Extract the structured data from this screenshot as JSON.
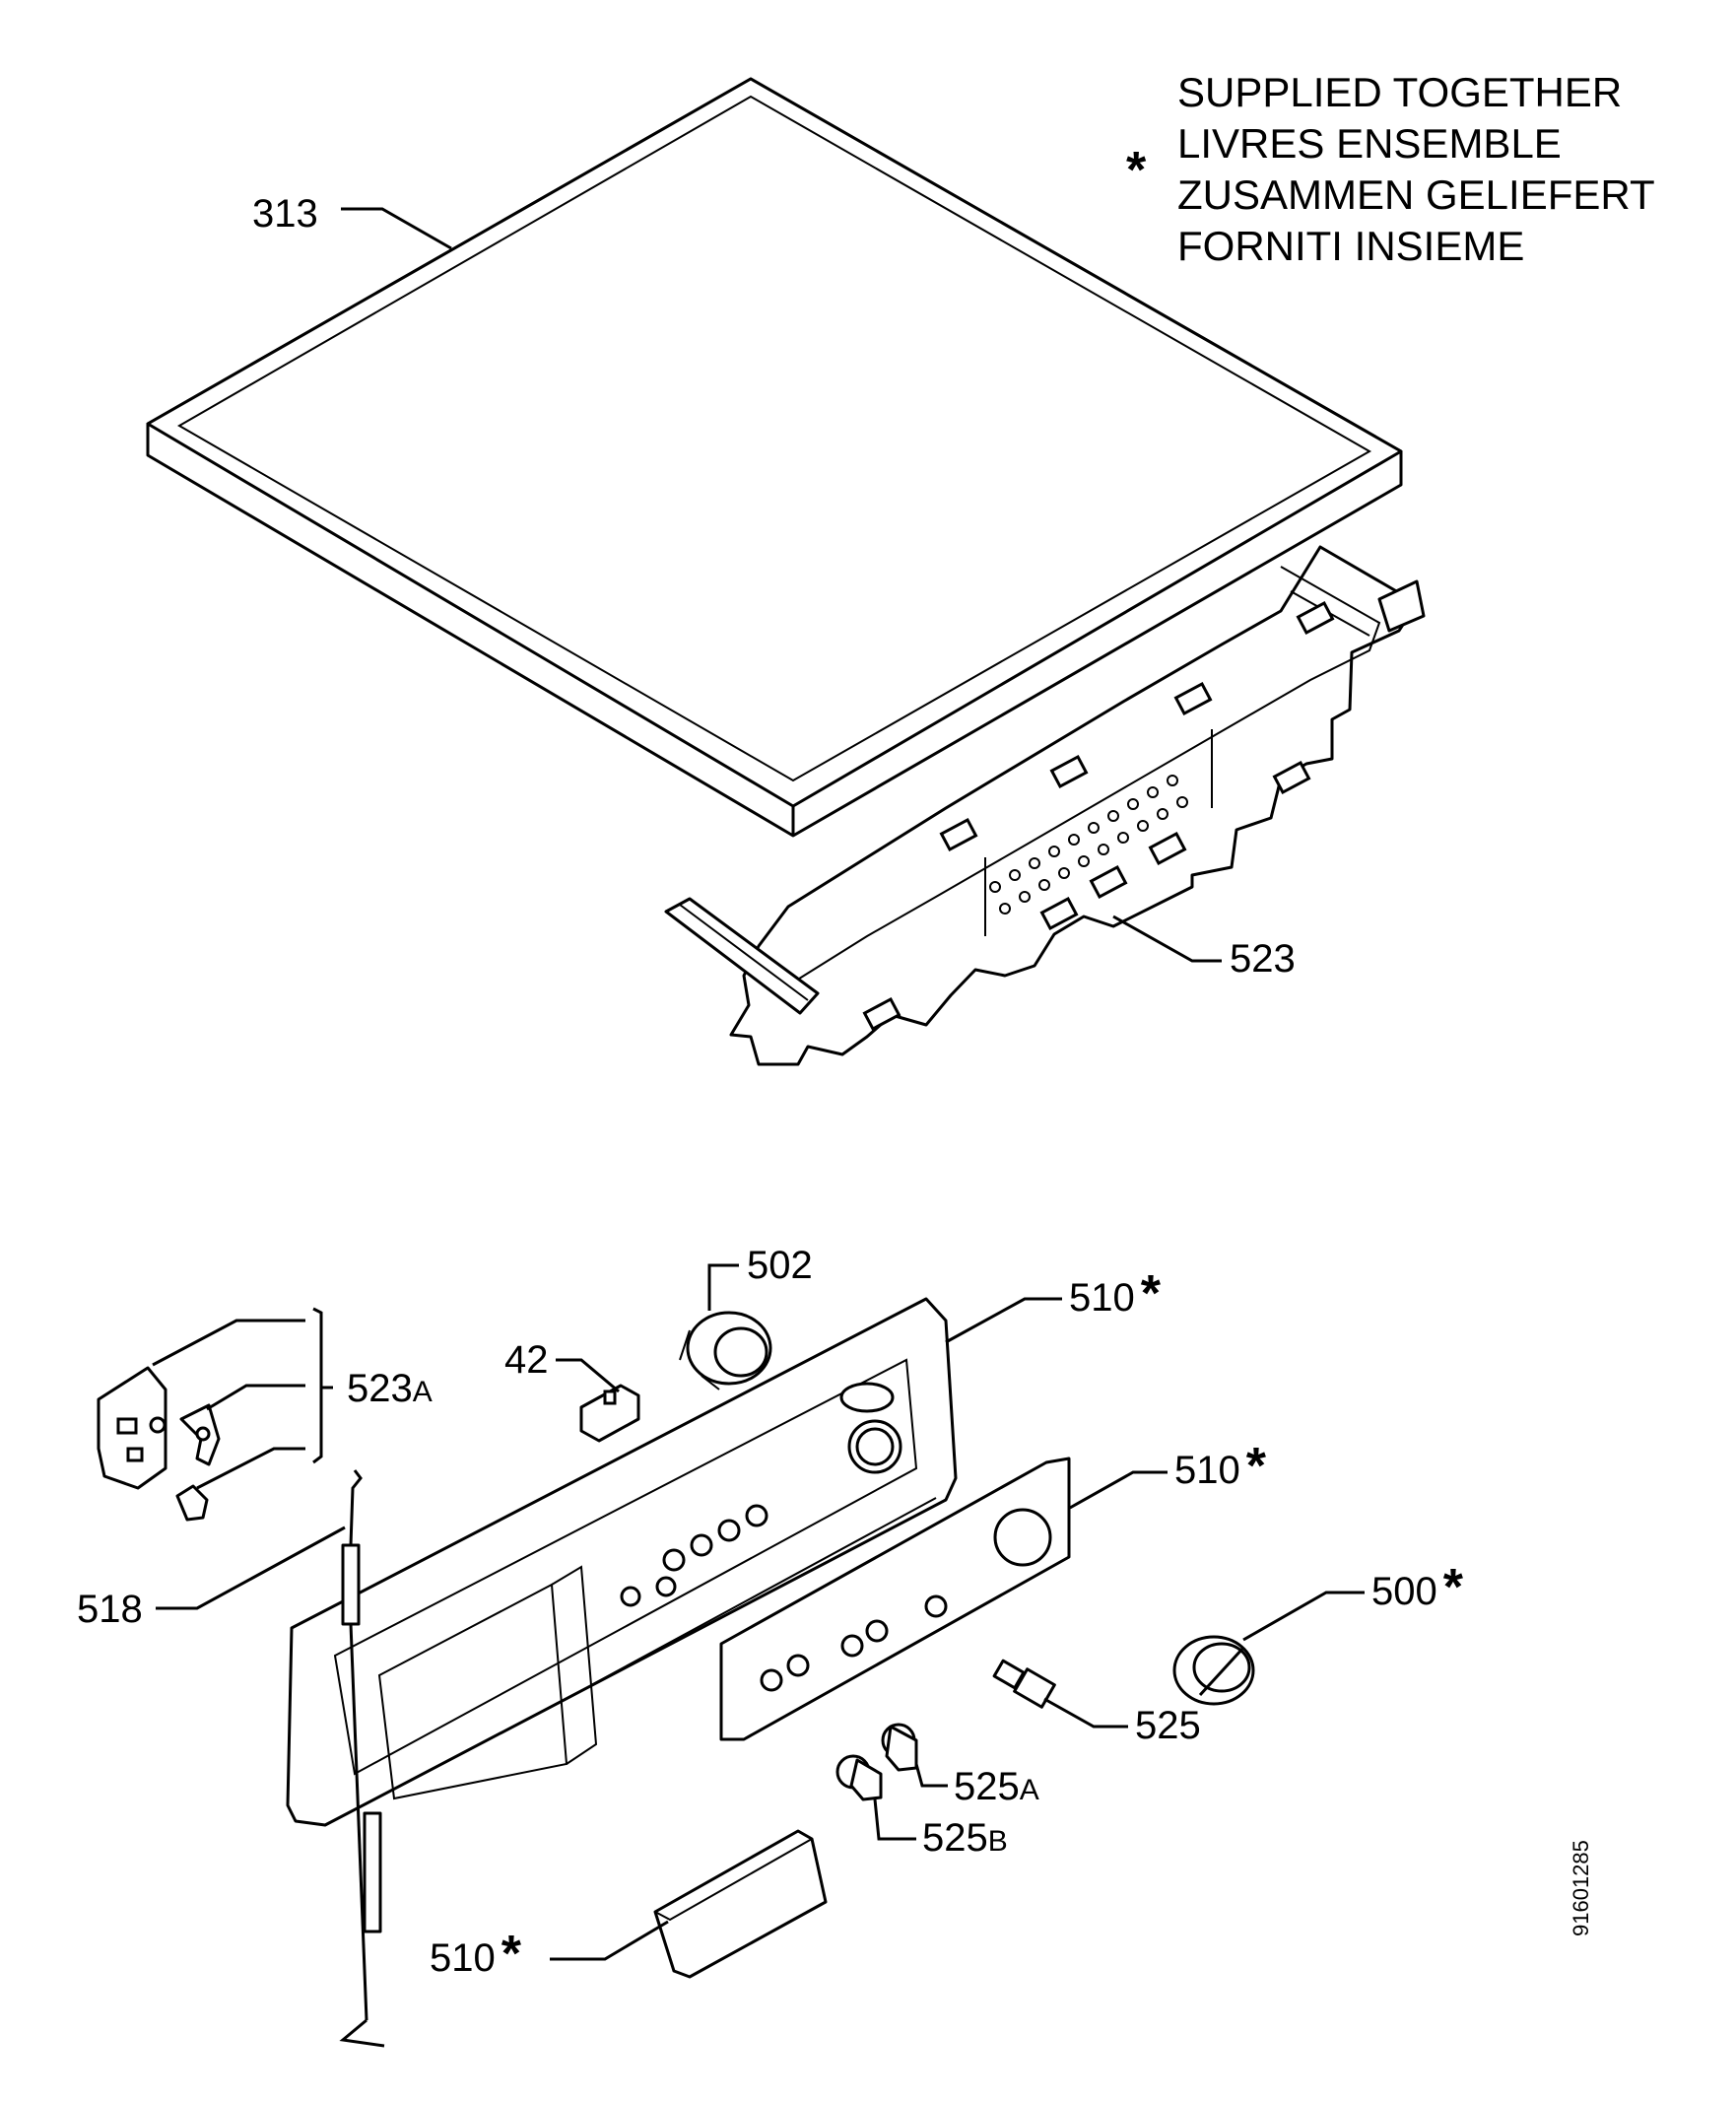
{
  "legend": {
    "star": "*",
    "lines": [
      "SUPPLIED TOGETHER",
      "LIVRES ENSEMBLE",
      "ZUSAMMEN GELIEFERT",
      "FORNITI INSIEME"
    ]
  },
  "callouts": {
    "p313": "313",
    "p523": "523",
    "p502": "502",
    "p510a": "510",
    "p42": "42",
    "p523A": "523",
    "p523A_suffix": "A",
    "p510b": "510",
    "p500": "500",
    "p518": "518",
    "p525": "525",
    "p525A": "525",
    "p525A_suffix": "A",
    "p525B": "525",
    "p525B_suffix": "B",
    "p510c": "510",
    "star": "*"
  },
  "drawing_code": "91601285"
}
